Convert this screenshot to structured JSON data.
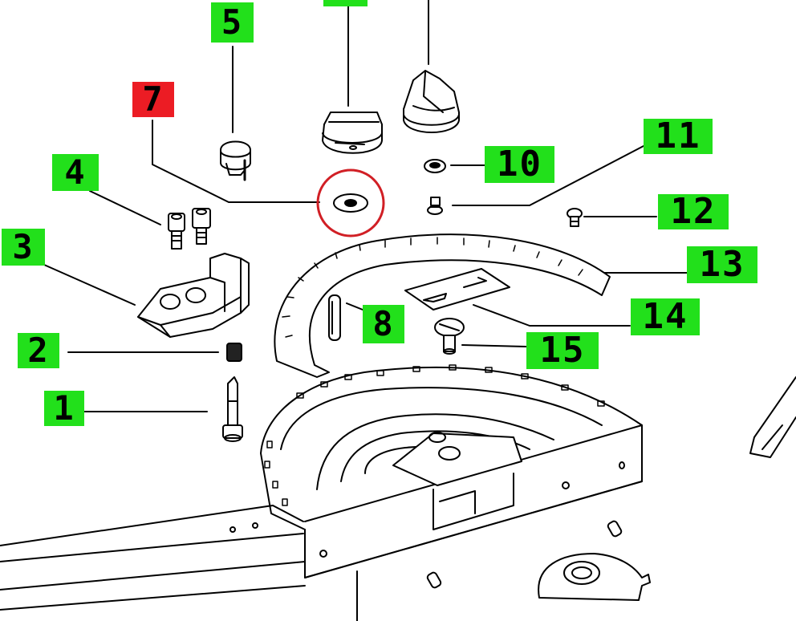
{
  "colors": {
    "label_green": "#22e01b",
    "label_red": "#ec1c24",
    "highlight_circle": "#d11f25",
    "line": "#000000",
    "part_fill": "#ffffff",
    "part_shade": "#cfcfcf"
  },
  "callouts": {
    "p1": "1",
    "p2": "2",
    "p3": "3",
    "p4": "4",
    "p5": "5",
    "p7": "7",
    "p8": "8",
    "p10": "10",
    "p11": "11",
    "p12": "12",
    "p13": "13",
    "p14": "14",
    "p15": "15"
  },
  "highlighted_part": "7"
}
